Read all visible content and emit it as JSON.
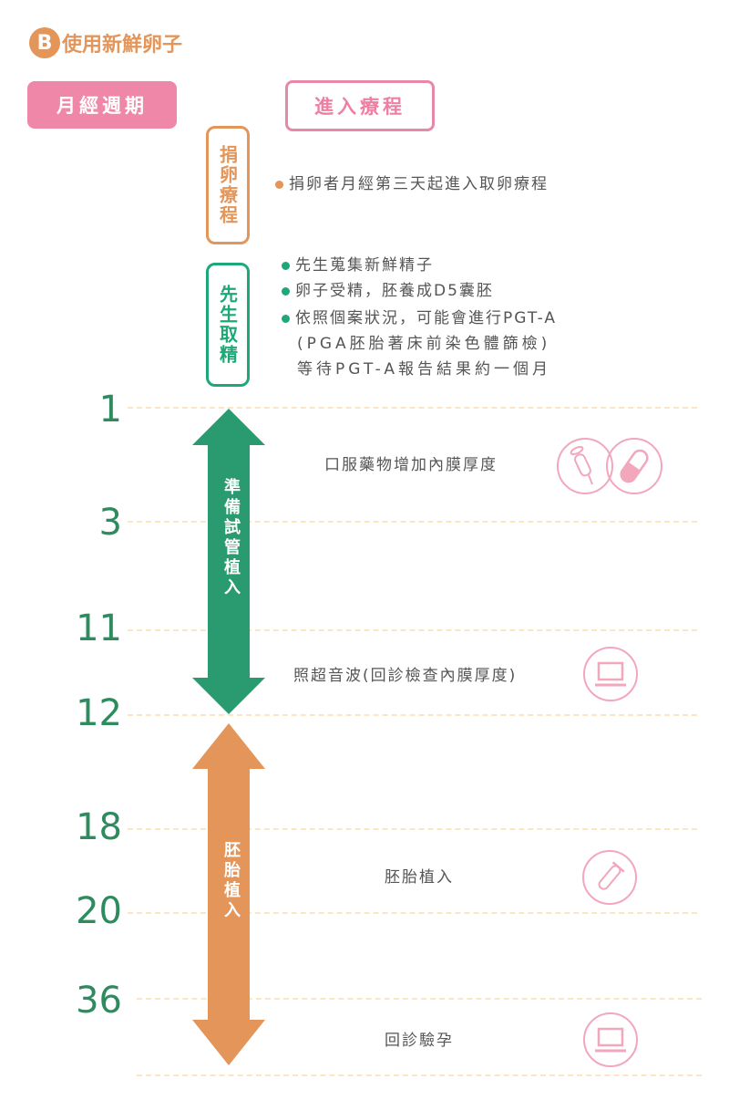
{
  "title": {
    "badge": "B",
    "text": "使用新鮮卵子"
  },
  "headers": {
    "cycle": "月經週期",
    "treatment": "進入療程"
  },
  "donor_box": "捐卵療程",
  "husband_box": "先生取精",
  "donor_text": "捐卵者月經第三天起進入取卵療程",
  "husband_items": [
    "先生蒐集新鮮精子",
    "卵子受精，胚養成D5囊胚",
    "依照個案狀況，可能會進行PGT-A",
    "(PGA胚胎著床前染色體篩檢)",
    "等待PGT-A報告結果約一個月"
  ],
  "days": [
    "1",
    "3",
    "11",
    "12",
    "18",
    "20",
    "36"
  ],
  "arrows": {
    "prep": "準備試管植入",
    "transfer": "胚胎植入"
  },
  "steps": [
    {
      "text": "口服藥物增加內膜厚度",
      "icon": "syringe-pill-icon"
    },
    {
      "text": "照超音波(回診檢查內膜厚度)",
      "icon": "laptop-icon"
    },
    {
      "text": "胚胎植入",
      "icon": "test-tube-icon"
    },
    {
      "text": "回診驗孕",
      "icon": "laptop-icon"
    }
  ],
  "colors": {
    "orange": "#e3955a",
    "pink": "#ef88a8",
    "green": "#2a9a70"
  }
}
